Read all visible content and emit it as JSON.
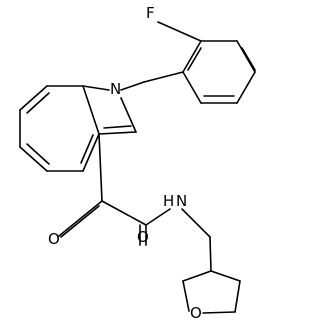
{
  "molecule": {
    "atoms": {
      "fluorine": "F",
      "indole_nitrogen": "N",
      "ketone_oxygen": "O",
      "amide_oxygen": "O",
      "amide_nitrogen": "N",
      "amide_hydrogen": "H",
      "ring_oxygen": "O"
    }
  },
  "colors": {
    "bond": "#000000",
    "label": "#000000",
    "background": "#ffffff"
  }
}
